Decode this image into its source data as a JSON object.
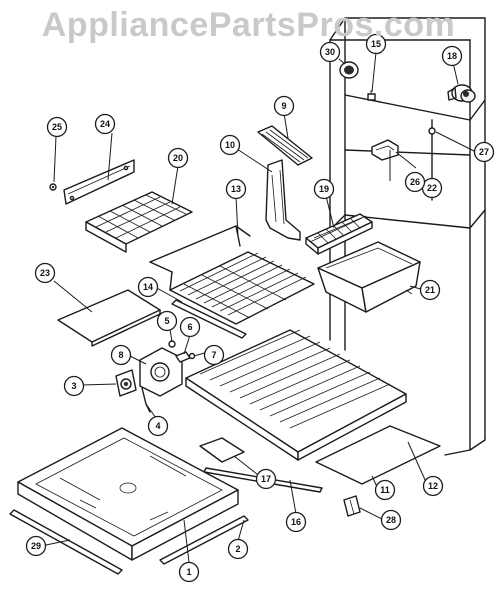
{
  "watermark": "AppliancePartsPros.com",
  "callouts": {
    "c1": "1",
    "c2": "2",
    "c3": "3",
    "c4": "4",
    "c5": "5",
    "c6": "6",
    "c7": "7",
    "c8": "8",
    "c9": "9",
    "c10": "10",
    "c11": "11",
    "c12": "12",
    "c13": "13",
    "c14": "14",
    "c15": "15",
    "c16": "16",
    "c17": "17",
    "c18": "18",
    "c19": "19",
    "c20": "20",
    "c21": "21",
    "c22": "22",
    "c23": "23",
    "c24": "24",
    "c25": "25",
    "c26": "26",
    "c27": "27",
    "c28": "28",
    "c29": "29",
    "c30": "30"
  },
  "colors": {
    "line": "#1b1b1b",
    "watermark": "#c9c9c9",
    "background": "#ffffff"
  }
}
